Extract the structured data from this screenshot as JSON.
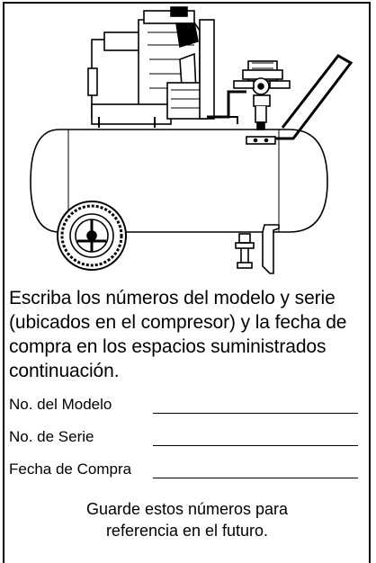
{
  "instructions": "Escriba los números del modelo y serie (ubicados en el compresor) y la fecha de compra en los espacios suministrados continuación.",
  "fields": [
    {
      "label": "No. del Modelo"
    },
    {
      "label": "No. de Serie"
    },
    {
      "label": "Fecha de Compra"
    }
  ],
  "note_line1": "Guarde estos números para",
  "note_line2": "referencia en el futuro."
}
